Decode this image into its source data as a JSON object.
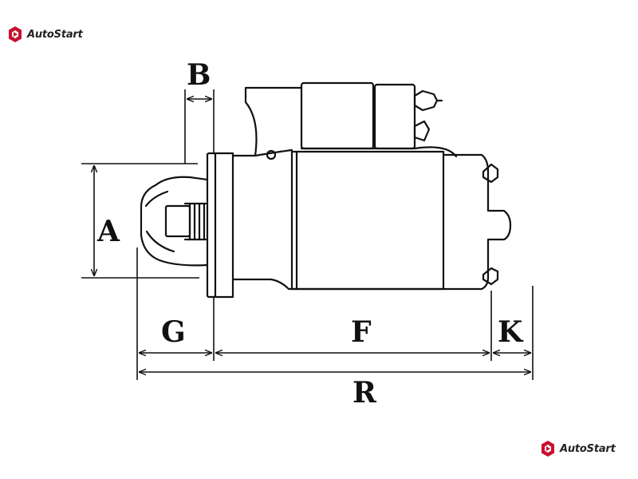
{
  "brand": {
    "name": "AutoStart",
    "accent": "#c8102e"
  },
  "diagram": {
    "labels": {
      "a": "A",
      "b": "B",
      "g": "G",
      "f": "F",
      "k": "K",
      "r": "R"
    }
  }
}
